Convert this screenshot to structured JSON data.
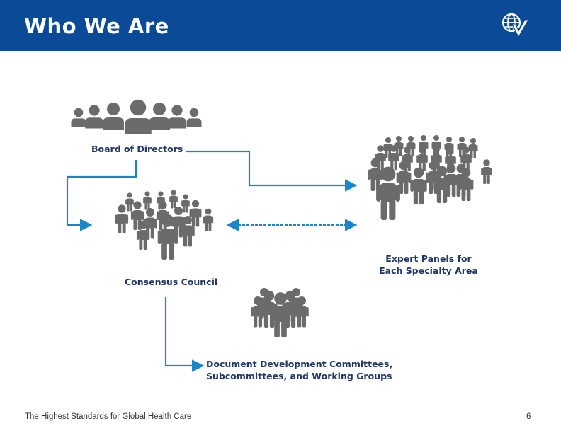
{
  "header": {
    "title": "Who We Are",
    "logo_icon": "globe-checkmark-logo-icon"
  },
  "nodes": {
    "board": {
      "label": "Board of Directors",
      "icon": "people-group-icon"
    },
    "council": {
      "label": "Consensus Council",
      "icon": "people-crowd-icon"
    },
    "experts": {
      "label_line1": "Expert Panels for",
      "label_line2": "Each Specialty Area",
      "icon": "people-crowd-icon"
    },
    "committees": {
      "label_line1": "Document Development Committees,",
      "label_line2": "Subcommittees, and Working Groups",
      "icon": "people-group-icon"
    }
  },
  "footer": {
    "text": "The Highest Standards for Global Health Care",
    "page": "6"
  },
  "colors": {
    "header": "#0b4a96",
    "connector": "#1a86c9",
    "people": "#6b6b6b",
    "label": "#1f3864"
  }
}
